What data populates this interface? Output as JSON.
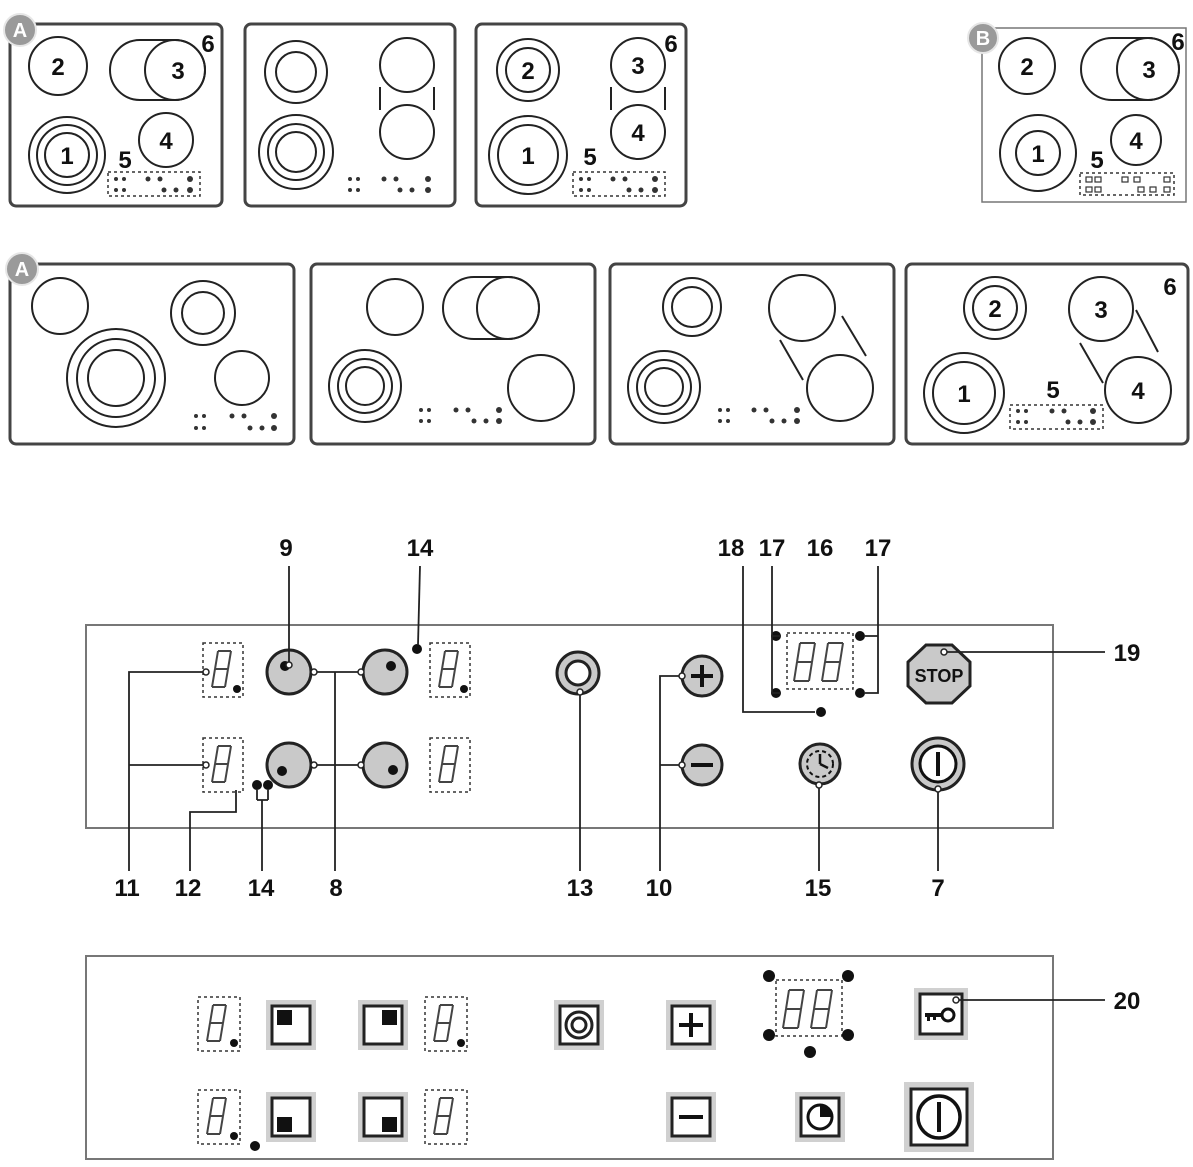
{
  "badges": {
    "a_top": "A",
    "b_top": "B",
    "a_bottom": "A"
  },
  "hobs": {
    "h1": {
      "zone1": "1",
      "zone2": "2",
      "zone3": "3",
      "zone4": "4",
      "controls": "5",
      "frame": "6"
    },
    "h3": {
      "zone1": "1",
      "zone2": "2",
      "zone3": "3",
      "zone4": "4",
      "controls": "5",
      "frame": "6"
    },
    "hb": {
      "zone1": "1",
      "zone2": "2",
      "zone3": "3",
      "zone4": "4",
      "controls": "5",
      "frame": "6"
    },
    "h8": {
      "zone1": "1",
      "zone2": "2",
      "zone3": "3",
      "zone4": "4",
      "controls": "5",
      "frame": "6"
    }
  },
  "panel_callouts": {
    "c9": "9",
    "c14_top": "14",
    "c18": "18",
    "c17_left": "17",
    "c16": "16",
    "c17_right": "17",
    "c19": "19",
    "c11": "11",
    "c12": "12",
    "c14_bottom": "14",
    "c8": "8",
    "c13": "13",
    "c10": "10",
    "c15": "15",
    "c7": "7",
    "c20": "20"
  },
  "panel_labels": {
    "stop": "STOP"
  }
}
